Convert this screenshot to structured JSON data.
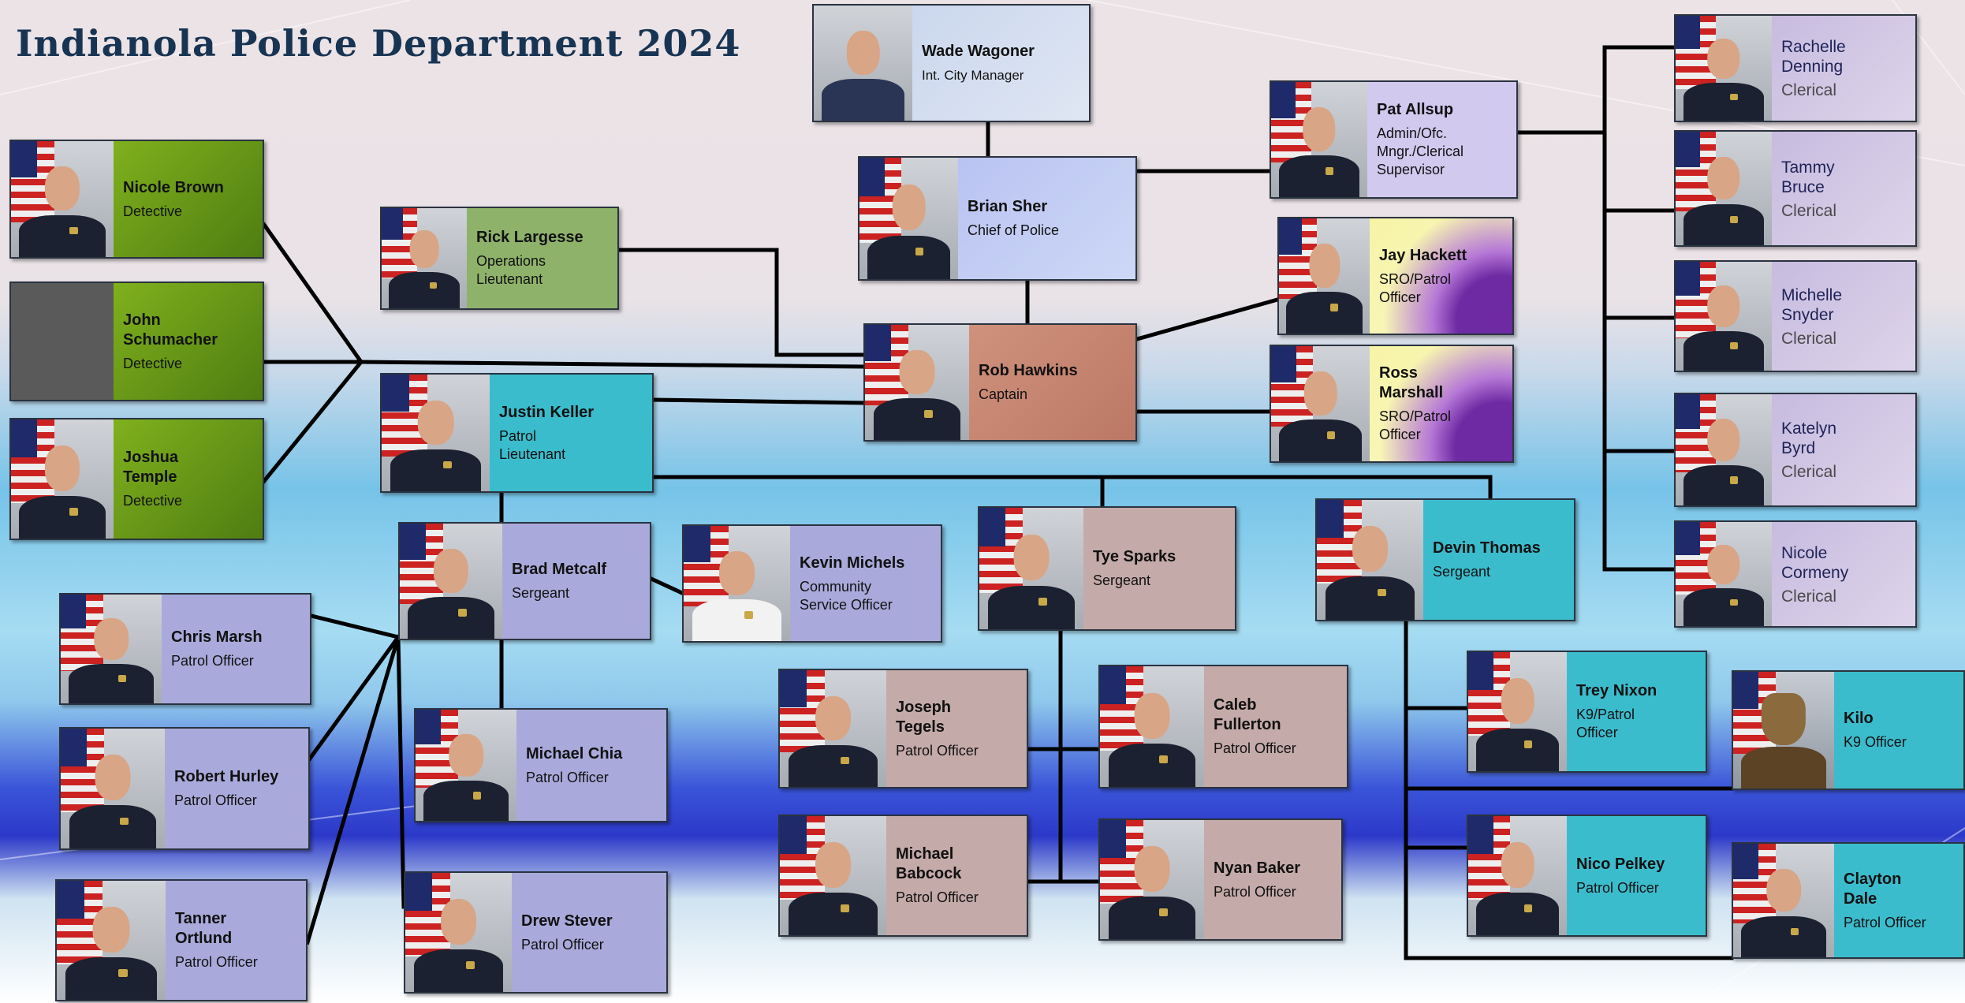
{
  "title": "Indianola Police Department  2024",
  "cards": {
    "wagoner": {
      "name": "Wade Wagoner",
      "role": "Int. City Manager"
    },
    "sher": {
      "name": "Brian Sher",
      "role": "Chief of Police"
    },
    "allsup": {
      "name": "Pat Allsup",
      "role": "Admin/Ofc.\nMngr./Clerical\nSupervisor"
    },
    "hawkins": {
      "name": "Rob Hawkins",
      "role": "Captain"
    },
    "largesse": {
      "name": "Rick Largesse",
      "role": "Operations\nLieutenant"
    },
    "keller": {
      "name": "Justin Keller",
      "role": "Patrol\nLieutenant"
    },
    "hackett": {
      "name": "Jay Hackett",
      "role": "SRO/Patrol\nOfficer"
    },
    "marshall": {
      "name": "Ross\nMarshall",
      "role": "SRO/Patrol\nOfficer"
    },
    "brown": {
      "name": "Nicole Brown",
      "role": "Detective"
    },
    "schumacher": {
      "name": "John\nSchumacher",
      "role": "Detective"
    },
    "temple": {
      "name": "Joshua\nTemple",
      "role": "Detective"
    },
    "denning": {
      "name": "Rachelle\nDenning",
      "role": "Clerical"
    },
    "bruce": {
      "name": "Tammy\nBruce",
      "role": "Clerical"
    },
    "snyder": {
      "name": "Michelle\nSnyder",
      "role": "Clerical"
    },
    "byrd": {
      "name": "Katelyn\nByrd",
      "role": "Clerical"
    },
    "cormeny": {
      "name": "Nicole\nCormeny",
      "role": "Clerical"
    },
    "metcalf": {
      "name": "Brad Metcalf",
      "role": "Sergeant"
    },
    "michels": {
      "name": "Kevin Michels",
      "role": "Community\nService  Officer"
    },
    "sparks": {
      "name": "Tye Sparks",
      "role": "Sergeant"
    },
    "thomas": {
      "name": "Devin Thomas",
      "role": "Sergeant"
    },
    "marsh": {
      "name": "Chris Marsh",
      "role": "Patrol Officer"
    },
    "hurley": {
      "name": "Robert Hurley",
      "role": "Patrol Officer"
    },
    "ortlund": {
      "name": "Tanner\nOrtlund",
      "role": "Patrol Officer"
    },
    "chia": {
      "name": "Michael Chia",
      "role": "Patrol Officer"
    },
    "stever": {
      "name": "Drew Stever",
      "role": "Patrol Officer"
    },
    "tegels": {
      "name": "Joseph\nTegels",
      "role": "Patrol Officer"
    },
    "babcock": {
      "name": "Michael\nBabcock",
      "role": "Patrol Officer"
    },
    "fullerton": {
      "name": "Caleb\nFullerton",
      "role": "Patrol Officer"
    },
    "baker": {
      "name": "Nyan Baker",
      "role": "Patrol Officer"
    },
    "nixon": {
      "name": "Trey Nixon",
      "role": "K9/Patrol\nOfficer"
    },
    "kilo": {
      "name": "Kilo",
      "role": "K9 Officer"
    },
    "pelkey": {
      "name": "Nico Pelkey",
      "role": "Patrol Officer"
    },
    "dale": {
      "name": "Clayton\nDale",
      "role": "Patrol Officer"
    }
  }
}
